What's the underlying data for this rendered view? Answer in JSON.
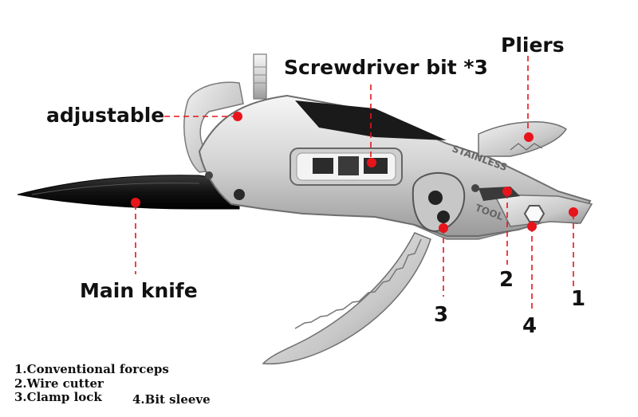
{
  "labels": {
    "screwdriver_bit": "Screwdriver bit *3",
    "pliers": "Pliers",
    "adjustable": "adjustable",
    "main_knife": "Main knife",
    "num_1": "1",
    "num_2": "2",
    "num_3": "3",
    "num_4": "4"
  },
  "engraving": {
    "line1": "STAINLESS",
    "line2": "TOOL"
  },
  "legend": [
    "1.Conventional forceps",
    "2.Wire cutter",
    "3.Clamp lock",
    "4.Bit sleeve"
  ],
  "colors": {
    "marker": "#e8141b",
    "text": "#111111",
    "steel_light": "#e9e9e9",
    "steel_mid": "#b9b9b9",
    "steel_dark": "#7a7a7a",
    "blade_black": "#151515"
  }
}
